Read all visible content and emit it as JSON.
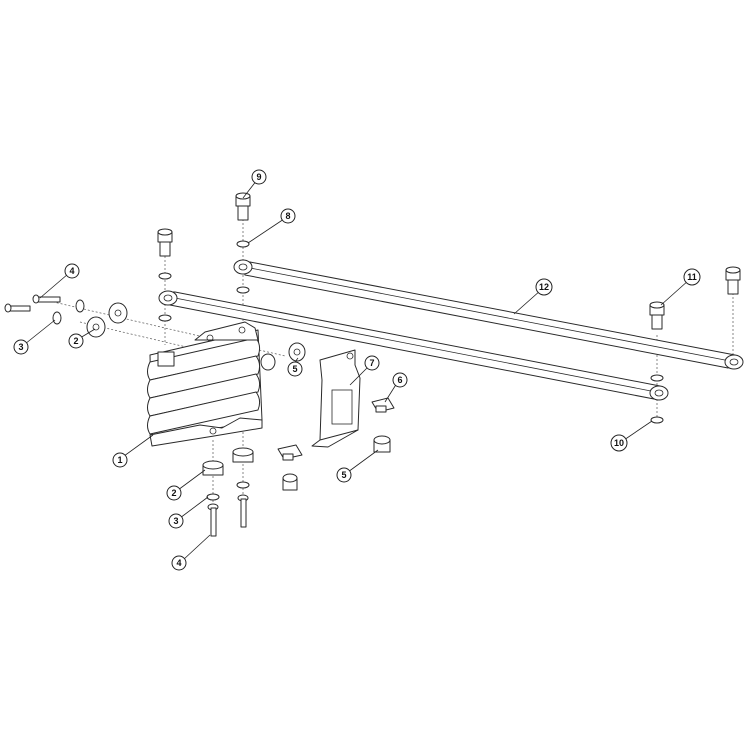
{
  "diagram": {
    "callouts": [
      {
        "id": "callout-1",
        "label": "1"
      },
      {
        "id": "callout-2-top",
        "label": "2"
      },
      {
        "id": "callout-2-bottom",
        "label": "2"
      },
      {
        "id": "callout-3-top",
        "label": "3"
      },
      {
        "id": "callout-3-bottom",
        "label": "3"
      },
      {
        "id": "callout-4-top",
        "label": "4"
      },
      {
        "id": "callout-4-bottom",
        "label": "4"
      },
      {
        "id": "callout-5-left",
        "label": "5"
      },
      {
        "id": "callout-5-right",
        "label": "5"
      },
      {
        "id": "callout-6",
        "label": "6"
      },
      {
        "id": "callout-7",
        "label": "7"
      },
      {
        "id": "callout-8",
        "label": "8"
      },
      {
        "id": "callout-9",
        "label": "9"
      },
      {
        "id": "callout-10",
        "label": "10"
      },
      {
        "id": "callout-11",
        "label": "11"
      },
      {
        "id": "callout-12",
        "label": "12"
      }
    ]
  }
}
